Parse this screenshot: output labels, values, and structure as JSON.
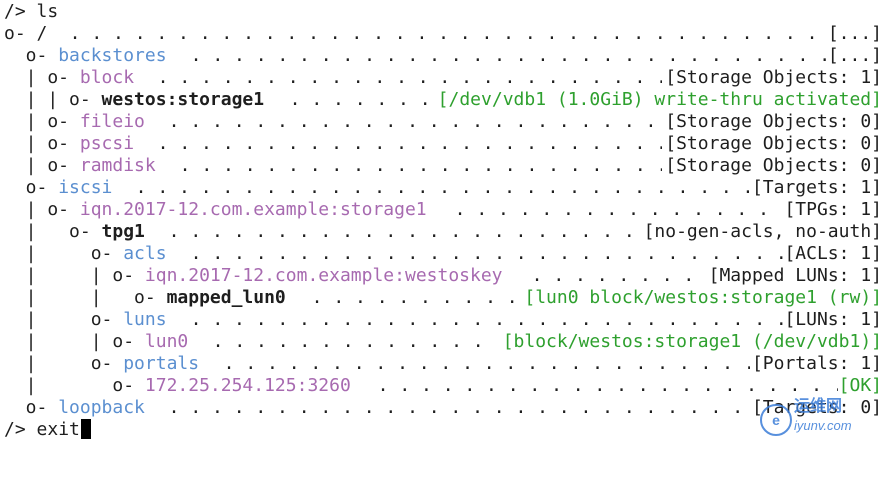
{
  "terminal": {
    "command_line": {
      "prompt": "/> ",
      "command": "ls"
    },
    "tree": [
      {
        "prefix": "o- ",
        "name": "/",
        "name_style": "plain",
        "status": "[...]",
        "status_style": "plain"
      },
      {
        "prefix": "  o- ",
        "name": "backstores",
        "name_style": "blue",
        "status": "[...]",
        "status_style": "plain"
      },
      {
        "prefix": "  | o- ",
        "name": "block",
        "name_style": "purple",
        "status": "[Storage Objects: 1]",
        "status_style": "plain"
      },
      {
        "prefix": "  | | o- ",
        "name": "westos:storage1",
        "name_style": "bold",
        "status": "[/dev/vdb1 (1.0GiB) write-thru activated]",
        "status_style": "green"
      },
      {
        "prefix": "  | o- ",
        "name": "fileio",
        "name_style": "purple",
        "status": "[Storage Objects: 0]",
        "status_style": "plain"
      },
      {
        "prefix": "  | o- ",
        "name": "pscsi",
        "name_style": "purple",
        "status": "[Storage Objects: 0]",
        "status_style": "plain"
      },
      {
        "prefix": "  | o- ",
        "name": "ramdisk",
        "name_style": "purple",
        "status": "[Storage Objects: 0]",
        "status_style": "plain"
      },
      {
        "prefix": "  o- ",
        "name": "iscsi",
        "name_style": "blue",
        "status": "[Targets: 1]",
        "status_style": "plain"
      },
      {
        "prefix": "  | o- ",
        "name": "iqn.2017-12.com.example:storage1",
        "name_style": "purple",
        "status": "[TPGs: 1]",
        "status_style": "plain"
      },
      {
        "prefix": "  |   o- ",
        "name": "tpg1",
        "name_style": "bold",
        "status": "[no-gen-acls, no-auth]",
        "status_style": "plain"
      },
      {
        "prefix": "  |     o- ",
        "name": "acls",
        "name_style": "blue",
        "status": "[ACLs: 1]",
        "status_style": "plain"
      },
      {
        "prefix": "  |     | o- ",
        "name": "iqn.2017-12.com.example:westoskey",
        "name_style": "purple",
        "status": "[Mapped LUNs: 1]",
        "status_style": "plain"
      },
      {
        "prefix": "  |     |   o- ",
        "name": "mapped_lun0",
        "name_style": "bold",
        "status": "[lun0 block/westos:storage1 (rw)]",
        "status_style": "green"
      },
      {
        "prefix": "  |     o- ",
        "name": "luns",
        "name_style": "blue",
        "status": "[LUNs: 1]",
        "status_style": "plain"
      },
      {
        "prefix": "  |     | o- ",
        "name": "lun0",
        "name_style": "purple",
        "status": "[block/westos:storage1 (/dev/vdb1)]",
        "status_style": "green"
      },
      {
        "prefix": "  |     o- ",
        "name": "portals",
        "name_style": "blue",
        "status": "[Portals: 1]",
        "status_style": "plain"
      },
      {
        "prefix": "  |       o- ",
        "name": "172.25.254.125:3260",
        "name_style": "purple",
        "status": "[OK]",
        "status_style": "green"
      },
      {
        "prefix": "  o- ",
        "name": "loopback",
        "name_style": "blue",
        "status": "[Targets: 0]",
        "status_style": "plain"
      }
    ],
    "exit_line": {
      "prompt": "/> ",
      "command": "exit"
    }
  },
  "watermark": {
    "title": "运维网",
    "subtitle": "iyunv.com"
  },
  "colors": {
    "blue": "#5b8fd0",
    "purple": "#a76ab0",
    "green": "#2ea02e",
    "text": "#1e1e1e",
    "background": "#ffffff"
  }
}
